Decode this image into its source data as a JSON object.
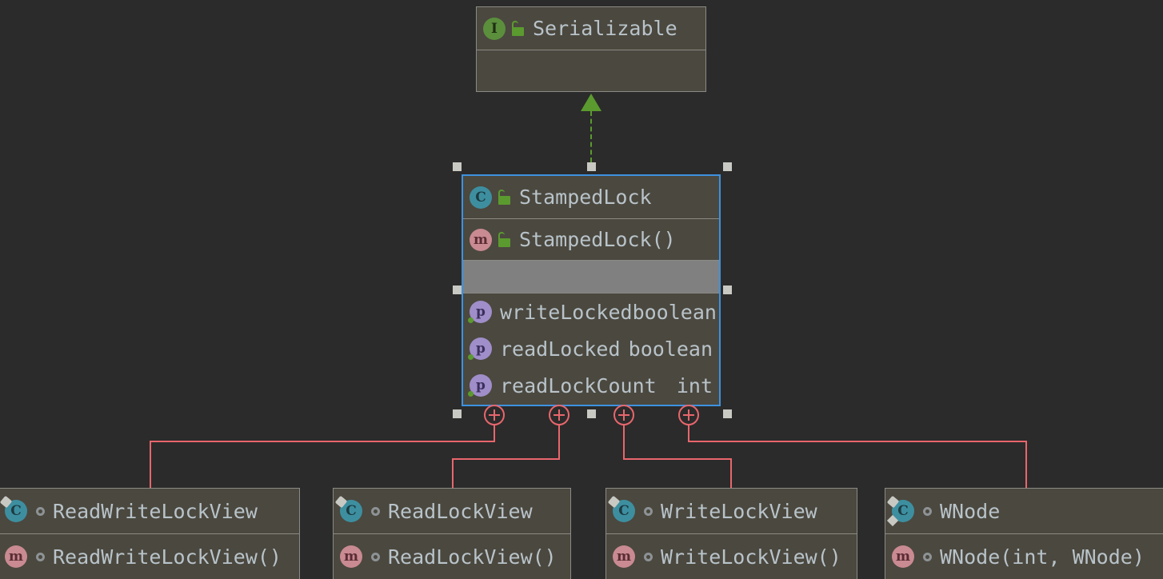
{
  "canvas": {
    "background": "#2b2b2b",
    "node_background": "#4b483f",
    "node_border": "#8a8a84",
    "selected_border": "#3d92e0",
    "selected_row_background": "#808080",
    "connector_color": "#e8666c",
    "realization_color": "#5b9a2f",
    "text_color": "#b8c3c9"
  },
  "nodes": {
    "serializable": {
      "title": "Serializable",
      "icon": "interface-icon",
      "visibility_icon": "unlocked-public-icon",
      "empty_section": ""
    },
    "stamped_lock": {
      "title": "StampedLock",
      "icon": "class-icon",
      "visibility_icon": "unlocked-public-icon",
      "constructor": "StampedLock()",
      "constructor_icon": "method-icon",
      "constructor_visibility_icon": "unlocked-public-icon",
      "empty_section": "",
      "properties": [
        {
          "name": "writeLocked",
          "type": "boolean",
          "icon": "property-icon"
        },
        {
          "name": "readLocked",
          "type": "boolean",
          "icon": "property-icon"
        },
        {
          "name": "readLockCount",
          "type": "int",
          "icon": "property-icon"
        }
      ]
    },
    "read_write_lock_view": {
      "title": "ReadWriteLockView",
      "icon": "inner-class-icon",
      "visibility_icon": "package-private-icon",
      "member": "ReadWriteLockView()",
      "member_icon": "method-icon",
      "member_visibility_icon": "package-private-icon"
    },
    "read_lock_view": {
      "title": "ReadLockView",
      "icon": "inner-class-icon",
      "visibility_icon": "package-private-icon",
      "member": "ReadLockView()",
      "member_icon": "method-icon",
      "member_visibility_icon": "package-private-icon"
    },
    "write_lock_view": {
      "title": "WriteLockView",
      "icon": "inner-class-icon",
      "visibility_icon": "package-private-icon",
      "member": "WriteLockView()",
      "member_icon": "method-icon",
      "member_visibility_icon": "package-private-icon"
    },
    "wnode": {
      "title": "WNode",
      "icon": "inner-final-class-icon",
      "visibility_icon": "package-private-icon",
      "member": "WNode(int, WNode)",
      "member_icon": "method-icon",
      "member_visibility_icon": "package-private-icon"
    }
  },
  "relations": {
    "realization": "StampedLock implements Serializable",
    "inner_class_expanders": 4
  }
}
